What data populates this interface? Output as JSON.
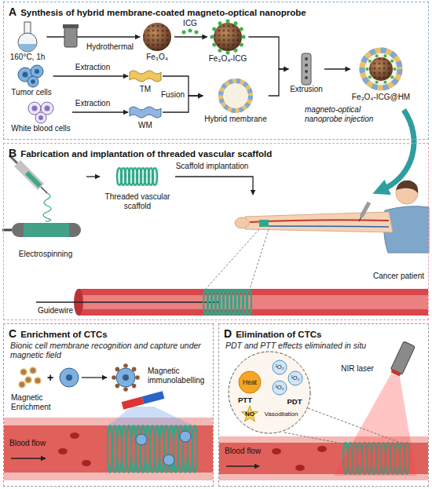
{
  "diagram": {
    "nodes": [
      {
        "text": [
          "A",
          "Synthesis of hybrid membrane-coated magneto-optical nanoprobe"
        ]
      },
      {
        "text": [
          "160°C, 1h"
        ],
        "in": 0
      },
      {
        "text": [
          "Fe₃O₄"
        ],
        "in": 0
      },
      {
        "text": [
          "Fe₃O₄-ICG"
        ],
        "in": 0
      },
      {
        "text": [
          "Tumor cells"
        ],
        "in": 0
      },
      {
        "text": [
          "TM"
        ],
        "in": 0
      },
      {
        "text": [
          "Hybrid membrane"
        ],
        "in": 0
      },
      {
        "text": [
          "White blood cells"
        ],
        "in": 0
      },
      {
        "text": [
          "WM"
        ],
        "in": 0
      },
      {
        "text": [
          "Extrusion"
        ],
        "in": 0
      },
      {
        "text": [
          "Fe₃O₄-ICG@HM"
        ],
        "in": 0
      },
      {
        "text": [
          "B",
          "Fabrication and implantation of threaded vascular scaffold"
        ]
      },
      {
        "text": [
          "Electrospinning"
        ],
        "in": 11
      },
      {
        "text": [
          "Threaded vascular scaffold"
        ],
        "in": 11
      },
      {
        "text": [
          "Cancer patient"
        ],
        "in": 11
      },
      {
        "text": [
          "C",
          "Enrichment of CTCs",
          "Bionic cell membrane recognition and capture under magnetic field"
        ]
      },
      {
        "text": [
          "D",
          "Elimination of CTCs",
          "PDT and PTT effects eliminated in situ"
        ]
      }
    ],
    "edges": [
      {
        "from": 1,
        "to": 2,
        "label": "Hydrothermal",
        "arrow": "to"
      },
      {
        "from": 2,
        "to": 3,
        "label": "ICG",
        "arrow": "to"
      },
      {
        "from": 4,
        "to": 5,
        "label": "Extraction",
        "arrow": "to"
      },
      {
        "from": 7,
        "to": 8,
        "label": "Extraction",
        "arrow": "to"
      },
      {
        "from": 5,
        "to": 6,
        "label": "Fusion",
        "arrow": "to"
      },
      {
        "from": 8,
        "to": 6,
        "arrow": "to"
      },
      {
        "from": 3,
        "to": 9,
        "arrow": "to"
      },
      {
        "from": 6,
        "to": 9,
        "arrow": "to"
      },
      {
        "from": 9,
        "to": 10,
        "arrow": "to"
      },
      {
        "from": 12,
        "to": 13,
        "arrow": "to"
      },
      {
        "from": 13,
        "to": 14,
        "label": "Scaffold implantation",
        "arrow": "to"
      }
    ],
    "labels": [
      "magneto-optical nanoprobe injection",
      "Guidewire",
      "+",
      "Magnetic immunolabelling",
      "Magnetic Enrichment",
      "Blood flow",
      "Heat",
      "PTT",
      "¹O₂",
      "¹O₂",
      "¹O₂",
      "PDT",
      "NO",
      "Vasodilation",
      "NIR laser",
      "Blood flow"
    ]
  }
}
